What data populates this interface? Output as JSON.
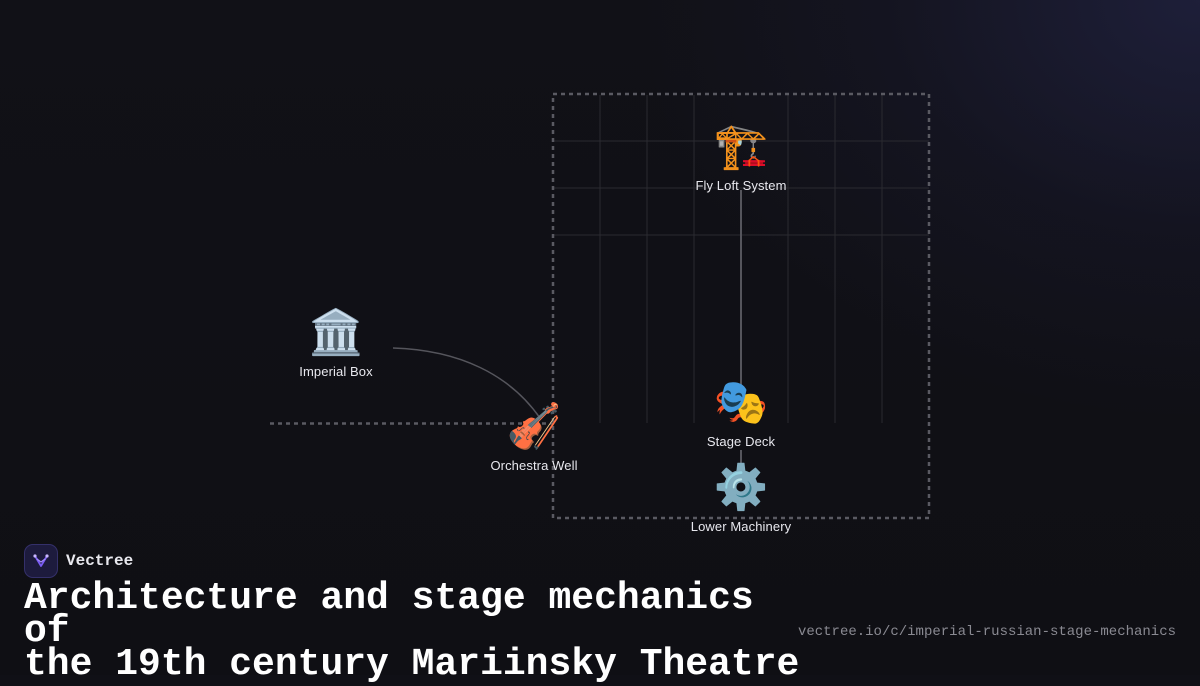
{
  "brand": {
    "name": "Vectree",
    "logo_icon": "vectree-logo-icon",
    "logo_color": "#7a5cf5"
  },
  "title": "Architecture and stage mechanics of\nthe 19th century Mariinsky Theatre",
  "source_url": "vectree.io/c/imperial-russian-stage-mechanics",
  "diagram": {
    "nodes": [
      {
        "id": "fly-loft",
        "label": "Fly Loft System",
        "icon": "🏗️",
        "icon_name": "construction-crane-icon"
      },
      {
        "id": "imperial-box",
        "label": "Imperial Box",
        "icon": "🏛️",
        "icon_name": "classical-building-icon"
      },
      {
        "id": "orchestra-well",
        "label": "Orchestra Well",
        "icon": "🎻",
        "icon_name": "violin-icon"
      },
      {
        "id": "stage-deck",
        "label": "Stage Deck",
        "icon": "🎭",
        "icon_name": "theatre-masks-icon"
      },
      {
        "id": "lower-machinery",
        "label": "Lower Machinery",
        "icon": "⚙️",
        "icon_name": "gear-icon"
      }
    ],
    "edges": [
      {
        "from": "imperial-box",
        "to": "orchestra-well"
      },
      {
        "from": "fly-loft",
        "to": "stage-deck"
      },
      {
        "from": "stage-deck",
        "to": "lower-machinery"
      }
    ],
    "colors": {
      "background": "#101016",
      "stage_frame": "#5a5a62",
      "grid": "#2a2a30",
      "edge": "#55555c",
      "label": "#e8e8ee"
    }
  }
}
